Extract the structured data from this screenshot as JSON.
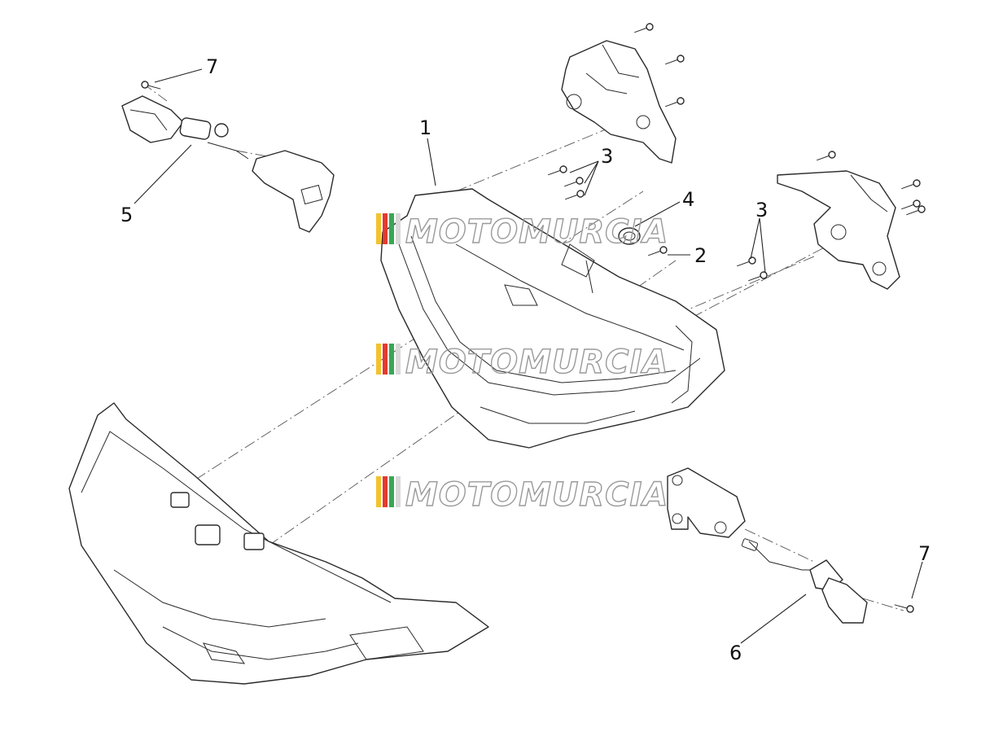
{
  "callouts": {
    "c1": "1",
    "c2": "2",
    "c3a": "3",
    "c3b": "3",
    "c4": "4",
    "c5": "5",
    "c6": "6",
    "c7a": "7",
    "c7b": "7"
  },
  "watermark": {
    "text": "MOTOMURCIA",
    "stripe_colors": [
      "#f2c230",
      "#e23a2e",
      "#3aa655",
      "#d8d8d8"
    ]
  },
  "colors": {
    "line": "#2a2a2a",
    "watermark_text": "#9a9a9a"
  }
}
